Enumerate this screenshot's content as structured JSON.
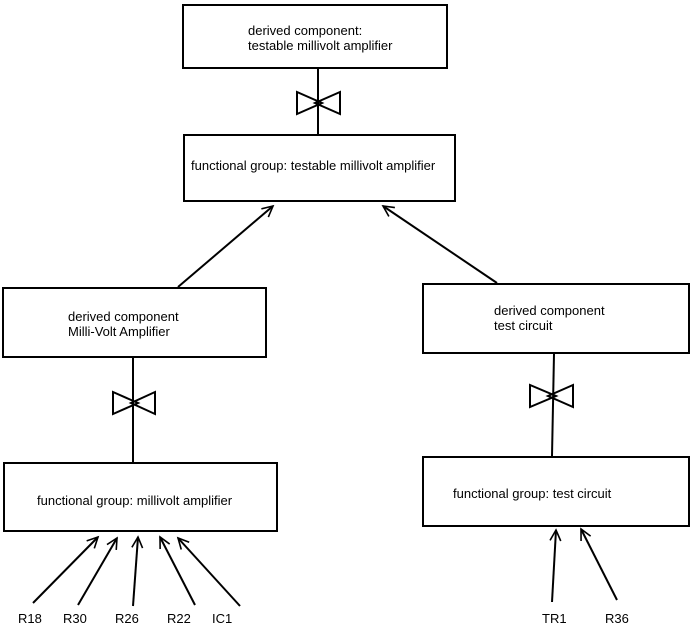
{
  "diagram": {
    "nodes": {
      "top_derived": {
        "line1": "derived component:",
        "line2": "testable millivolt amplifier"
      },
      "top_functional": {
        "label": "functional group: testable millivolt amplifier"
      },
      "left_derived": {
        "line1": "derived component",
        "line2": "Milli-Volt Amplifier"
      },
      "right_derived": {
        "line1": "derived component",
        "line2": "test circuit"
      },
      "left_functional": {
        "label": "functional group: millivolt amplifier"
      },
      "right_functional": {
        "label": "functional group: test circuit"
      }
    },
    "component_labels_left": [
      "R18",
      "R30",
      "R26",
      "R22",
      "IC1"
    ],
    "component_labels_right": [
      "TR1",
      "R36"
    ],
    "symbols": {
      "connector": "bowtie"
    },
    "colors": {
      "background": "#ffffff",
      "line": "#000000",
      "text": "#000000"
    }
  }
}
